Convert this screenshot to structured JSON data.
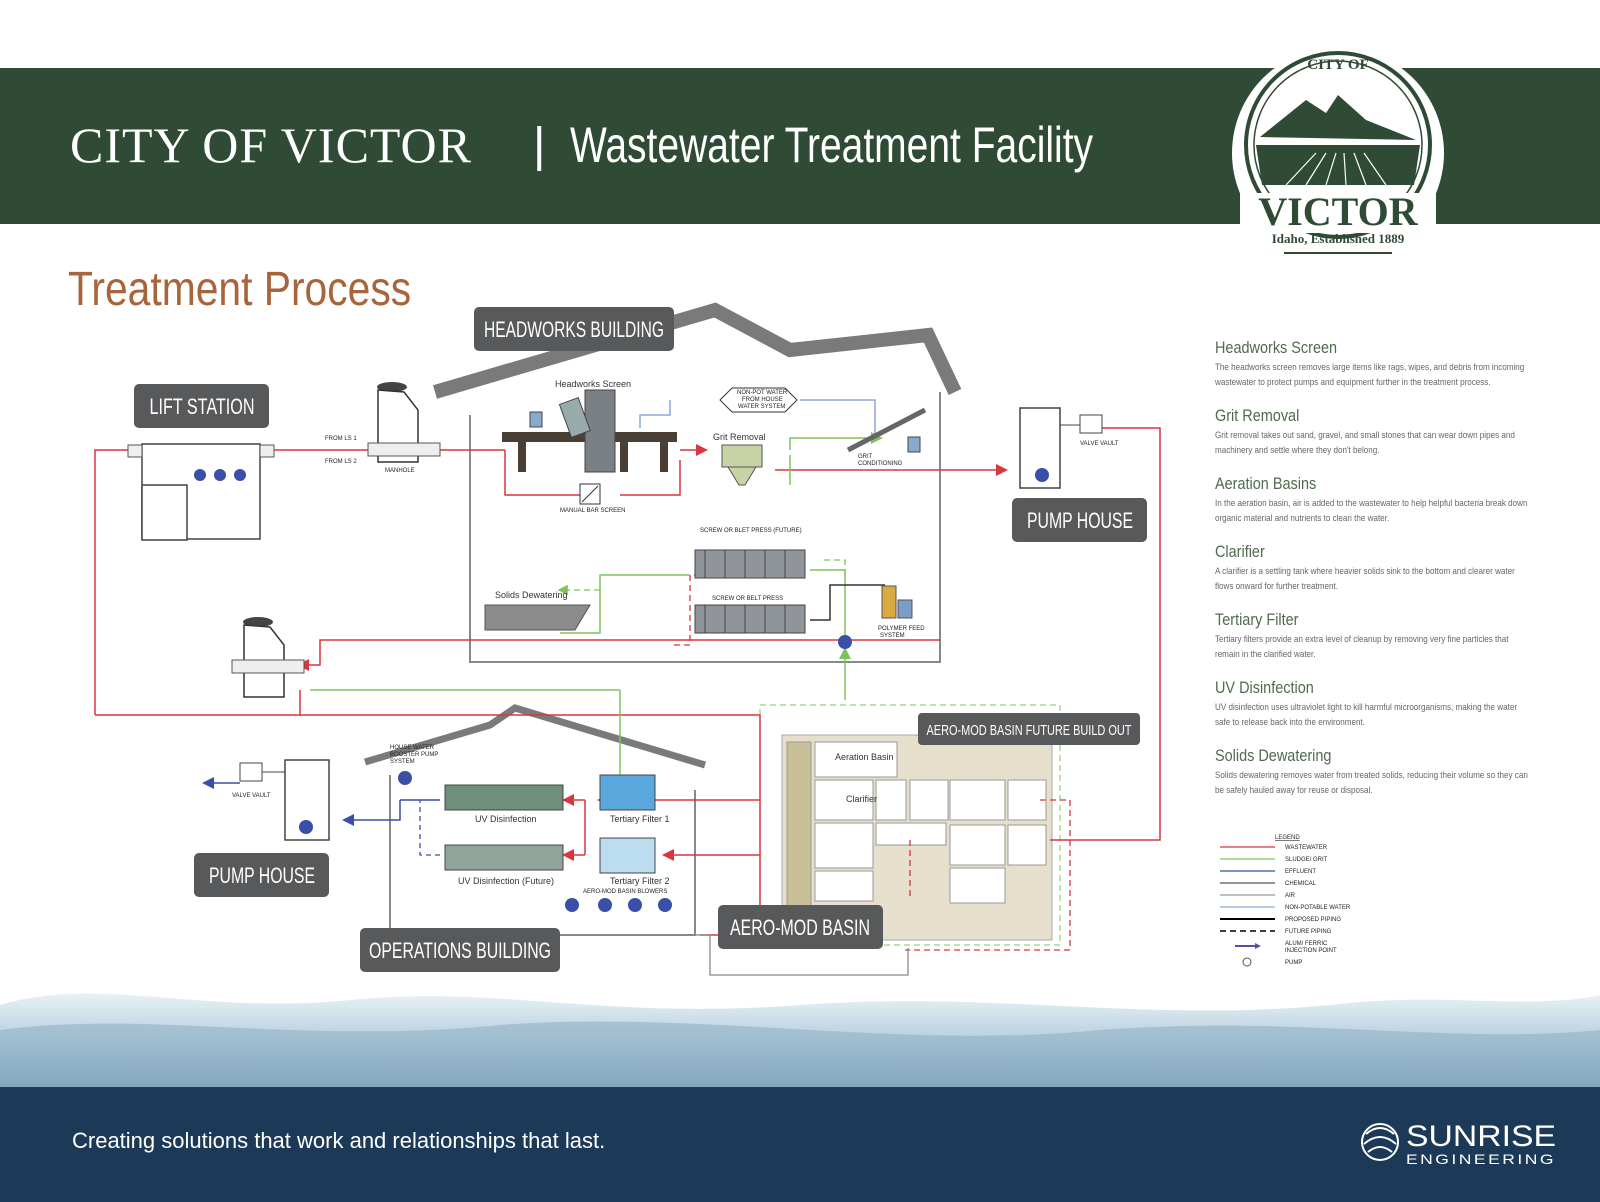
{
  "header": {
    "city": "CITY OF VICTOR",
    "separator": "|",
    "title": "Wastewater Treatment Facility"
  },
  "seal": {
    "top_text": "CITY OF",
    "name": "VICTOR",
    "subtitle": "Idaho, Established 1889"
  },
  "section_title": "Treatment Process",
  "diagram": {
    "buildings": {
      "headworks": "HEADWORKS BUILDING",
      "lift_station": "LIFT STATION",
      "pump_house_right": "PUMP HOUSE",
      "pump_house_left": "PUMP HOUSE",
      "operations": "OPERATIONS BUILDING",
      "aeromod": "AERO-MOD BASIN",
      "aeromod_future": "AERO-MOD BASIN FUTURE BUILD OUT"
    },
    "labels": {
      "headworks_screen": "Headworks Screen",
      "non_pot_water": "NON-POT WATER FROM HOUSE WATER SYSTEM",
      "non_pot_1": "NON-POT WATER",
      "non_pot_2": "FROM HOUSE",
      "non_pot_3": "WATER SYSTEM",
      "grit_removal": "Grit Removal",
      "grit_conditioning_1": "GRIT",
      "grit_conditioning_2": "CONDITIONING",
      "manual_bar_screen": "MANUAL BAR SCREEN",
      "manhole": "MANHOLE",
      "from_ls1": "FROM LS 1",
      "from_ls2": "FROM LS 2",
      "valve_vault_right": "VALVE VAULT",
      "valve_vault_left": "VALVE VAULT",
      "screw_future": "SCREW OR BLET PRESS (FUTURE)",
      "screw": "SCREW OR BELT PRESS",
      "solids_dewatering": "Solids Dewatering",
      "polymer_1": "POLYMER FEED",
      "polymer_2": "SYSTEM",
      "house_water_1": "HOUSE WATER",
      "house_water_2": "BOOSTER PUMP",
      "house_water_3": "SYSTEM",
      "uv": "UV Disinfection",
      "uv_future": "UV Disinfection (Future)",
      "tertiary_1": "Tertiary Filter 1",
      "tertiary_2": "Tertiary Filter 2",
      "blowers": "AERO-MOD BASIN BLOWERS",
      "aeration_basin": "Aeration Basin",
      "clarifier": "Clarifier"
    }
  },
  "sidebar": [
    {
      "title": "Headworks Screen",
      "text": "The headworks screen removes large items like rags, wipes, and debris from incoming wastewater to protect pumps and equipment further in the treatment process."
    },
    {
      "title": "Grit Removal",
      "text": "Grit removal takes out sand, gravel, and small stones that can wear down pipes and machinery and settle where they don't belong."
    },
    {
      "title": "Aeration Basins",
      "text": "In the aeration basin, air is added to the wastewater to help helpful bacteria break down organic material and nutrients to clean the water."
    },
    {
      "title": "Clarifier",
      "text": "A clarifier is a settling tank where heavier solids sink to the bottom and clearer water flows onward for further treatment."
    },
    {
      "title": "Tertiary Filter",
      "text": "Tertiary filters provide an extra level of cleanup by removing very fine particles that remain in the clarified water."
    },
    {
      "title": "UV Disinfection",
      "text": "UV disinfection uses ultraviolet light to kill harmful microorganisms, making the water safe to release back into the environment."
    },
    {
      "title": "Solids Dewatering",
      "text": "Solids dewatering removes water from treated solids, reducing their volume so they can be safely hauled away for reuse or disposal."
    }
  ],
  "legend": {
    "title": "LEGEND",
    "items": [
      {
        "label": "WASTEWATER",
        "color": "#d9363e",
        "style": "solid"
      },
      {
        "label": "SLUDGE/ GRIT",
        "color": "#7dc45a",
        "style": "solid"
      },
      {
        "label": "EFFLUENT",
        "color": "#3a4fa8",
        "style": "solid"
      },
      {
        "label": "CHEMICAL",
        "color": "#555555",
        "style": "solid"
      },
      {
        "label": "AIR",
        "color": "#999999",
        "style": "solid"
      },
      {
        "label": "NON-POTABLE WATER",
        "color": "#8fa6d8",
        "style": "solid"
      },
      {
        "label": "PROPOSED PIPING",
        "color": "#000000",
        "style": "bold"
      },
      {
        "label": "FUTURE PIPING",
        "color": "#000000",
        "style": "dashed"
      },
      {
        "label_1": "ALUM/ FERRIC",
        "label_2": "INJECTION POINT",
        "color": "#5a4fa8",
        "style": "arrow"
      },
      {
        "label": "PUMP",
        "color": "#555555",
        "style": "pump"
      }
    ]
  },
  "footer": {
    "tagline": "Creating solutions that work and relationships that last.",
    "brand": "SUNRISE",
    "brand_sub": "ENGINEERING"
  },
  "colors": {
    "header_green": "#2f4b35",
    "title_brown": "#a8643a",
    "footer_navy": "#1c3a57",
    "label_gray": "#58595b"
  }
}
